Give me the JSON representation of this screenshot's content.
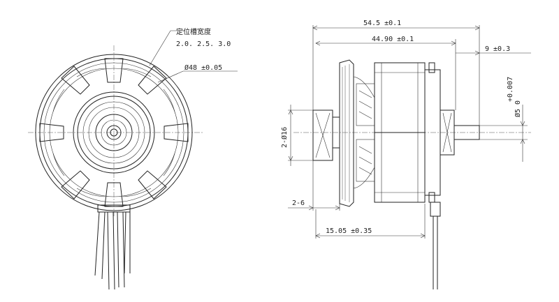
{
  "annotations": {
    "slot_title": "定位槽宽度",
    "slot_values": "2.0. 2.5. 3.0",
    "outer_diameter": "Ø48 ±0.05",
    "dim_overall": "54.5 ±0.1",
    "dim_body": "44.90 ±0.1",
    "dim_shaft_ext": "9 ±0.3",
    "dim_shaft_tol": "+0.007",
    "dim_shaft_dia": "Ø5 0",
    "dim_holes": "2-Ø16",
    "dim_slots": "2-6",
    "dim_face": "15.05 ±0.35"
  },
  "colors": {
    "line": "#222222",
    "background": "#ffffff"
  }
}
